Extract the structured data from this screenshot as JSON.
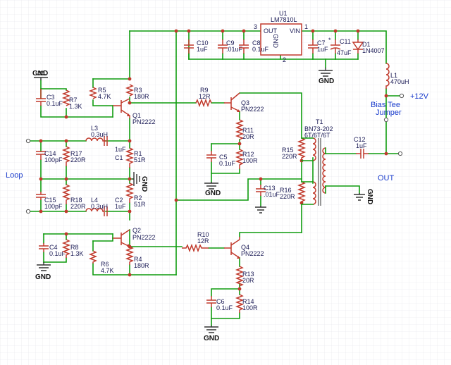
{
  "regulator": {
    "ref": "U1",
    "part": "LM7810L",
    "out": "OUT",
    "in": "VIN",
    "gnd": "GND",
    "p1": "1",
    "p2": "2",
    "p3": "3",
    "p3b": "3",
    "p2b": "2"
  },
  "caps": {
    "C10": {
      "ref": "C10",
      "val": "1uF"
    },
    "C9": {
      "ref": "C9",
      "val": ".01uF"
    },
    "C8": {
      "ref": "C8",
      "val": "0.1uF"
    },
    "C7": {
      "ref": "C7",
      "val": "1uF"
    },
    "C11": {
      "ref": "C11",
      "val": "47uF"
    },
    "C3": {
      "ref": "C3",
      "val": "0.1uF"
    },
    "C5": {
      "ref": "C5",
      "val": "0.1uF"
    },
    "C14": {
      "ref": "C14",
      "val": "100pF"
    },
    "C15": {
      "ref": "C15",
      "val": "100pF"
    },
    "C1": {
      "ref": "C1",
      "val": "1uF"
    },
    "C2": {
      "ref": "C2",
      "val": "1uF"
    },
    "C13": {
      "ref": "C13",
      "val": ".01uF"
    },
    "C4": {
      "ref": "C4",
      "val": "0.1uF"
    },
    "C6": {
      "ref": "C6",
      "val": "0.1uF"
    },
    "C12": {
      "ref": "C12",
      "val": "1uF"
    }
  },
  "resistors": {
    "R5": {
      "ref": "R5",
      "val": "4.7K"
    },
    "R3": {
      "ref": "R3",
      "val": "180R"
    },
    "R7": {
      "ref": "R7",
      "val": "1.3K"
    },
    "R9": {
      "ref": "R9",
      "val": "12R"
    },
    "R11": {
      "ref": "R11",
      "val": "20R"
    },
    "R12": {
      "ref": "R12",
      "val": "100R"
    },
    "R17": {
      "ref": "R17",
      "val": "220R"
    },
    "R1": {
      "ref": "R1",
      "val": "51R"
    },
    "R18": {
      "ref": "R18",
      "val": "220R"
    },
    "R2": {
      "ref": "R2",
      "val": "51R"
    },
    "R15": {
      "ref": "R15",
      "val": "220R"
    },
    "R16": {
      "ref": "R16",
      "val": "220R"
    },
    "R8": {
      "ref": "R8",
      "val": "1.3K"
    },
    "R6": {
      "ref": "R6",
      "val": "4.7K"
    },
    "R4": {
      "ref": "R4",
      "val": "180R"
    },
    "R10": {
      "ref": "R10",
      "val": "12R"
    },
    "R13": {
      "ref": "R13",
      "val": "20R"
    },
    "R14": {
      "ref": "R14",
      "val": "100R"
    }
  },
  "inductors": {
    "L1": {
      "ref": "L1",
      "val": "470uH"
    },
    "L3": {
      "ref": "L3",
      "val": "0.3uH"
    },
    "L4": {
      "ref": "L4",
      "val": "0.3uH"
    }
  },
  "transistors": {
    "Q1": {
      "ref": "Q1",
      "val": "PN2222"
    },
    "Q2": {
      "ref": "Q2",
      "val": "PN2222"
    },
    "Q3": {
      "ref": "Q3",
      "val": "PN2222"
    },
    "Q4": {
      "ref": "Q4",
      "val": "PN2222"
    }
  },
  "diode": {
    "ref": "D1",
    "val": "1N4007"
  },
  "transformer": {
    "ref": "T1",
    "val1": "BN73-202",
    "val2": "6T/6T/6T"
  },
  "labels": {
    "supply": "+12V",
    "jumper1": "Bias Tee",
    "jumper2": "Jumper",
    "loop": "Loop",
    "out": "OUT",
    "gnd": "GND"
  }
}
